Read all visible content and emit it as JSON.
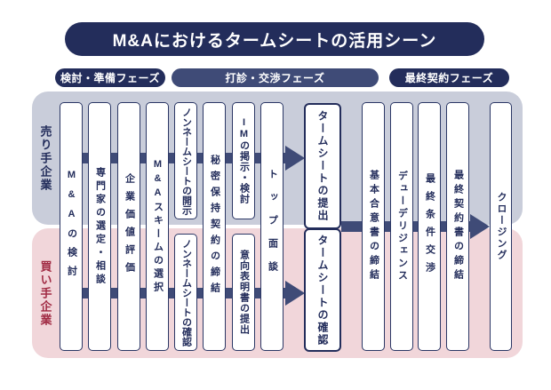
{
  "title": "M&Aにおけるタームシートの活用シーン",
  "phases": [
    {
      "label": "検討・準備フェーズ",
      "tone": "dark"
    },
    {
      "label": "打診・交渉フェーズ",
      "tone": "medium"
    },
    {
      "label": "最終契約フェーズ",
      "tone": "dark"
    }
  ],
  "lanes": {
    "seller": {
      "label": "売り手企業"
    },
    "buyer": {
      "label": "買い手企業"
    }
  },
  "steps": [
    {
      "label": "M&Aの検討",
      "lane": "both"
    },
    {
      "label": "専門家の選定・相談",
      "lane": "both"
    },
    {
      "label": "企業価値評価",
      "lane": "both"
    },
    {
      "label": "M&Aスキームの選択",
      "lane": "both"
    },
    {
      "label": "ノンネームシートの開示",
      "lane": "seller"
    },
    {
      "label": "ノンネームシートの確認",
      "lane": "buyer"
    },
    {
      "label": "秘密保持契約の締結",
      "lane": "both"
    },
    {
      "label": "IMの掲示・検討",
      "lane": "seller"
    },
    {
      "label": "意向表明書の提出",
      "lane": "buyer"
    },
    {
      "label": "トップ面談",
      "lane": "both"
    },
    {
      "label": "タームシートの提出",
      "lane": "seller",
      "emphasis": true
    },
    {
      "label": "タームシートの確認",
      "lane": "buyer",
      "emphasis": true
    },
    {
      "label": "基本合意書の締結",
      "lane": "both"
    },
    {
      "label": "デューデリジェンス",
      "lane": "both"
    },
    {
      "label": "最終条件交渉",
      "lane": "both"
    },
    {
      "label": "最終契約書の締結",
      "lane": "both"
    },
    {
      "label": "クロージング",
      "lane": "both"
    }
  ],
  "colors": {
    "navy": "#232d5b",
    "slate": "#3f4b77",
    "seller_bg": "#c9cdda",
    "buyer_bg": "#f1d6da",
    "buyer_label_red": "#a02a43",
    "box_border": "#2b3765",
    "box_bg": "#ffffff"
  }
}
